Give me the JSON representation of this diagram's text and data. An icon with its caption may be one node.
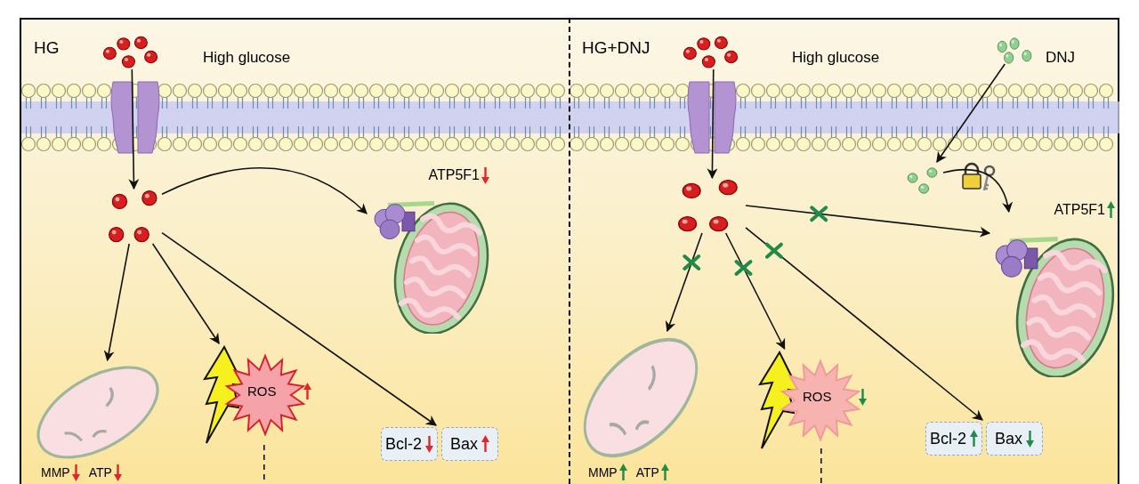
{
  "diagram": {
    "nodes": [
      {
        "text": [
          "HG"
        ]
      },
      {
        "text": [],
        "shape": "picture",
        "in": 0,
        "beside": [
          "High glucose"
        ]
      },
      {
        "text": [],
        "shape": "picture",
        "in": 0
      },
      {
        "text": [
          "ATP5F1"
        ],
        "in": 0
      },
      {
        "text": [
          "MMP",
          "ATP"
        ],
        "in": 0
      },
      {
        "text": [
          "ROS"
        ],
        "in": 0
      },
      {
        "text": [
          "Bcl-2"
        ],
        "in": 0
      },
      {
        "text": [
          "Bax"
        ],
        "in": 0
      },
      {
        "text": [
          "HG+DNJ"
        ]
      },
      {
        "text": [],
        "shape": "picture",
        "in": 8,
        "beside": [
          "High glucose"
        ]
      },
      {
        "text": [],
        "shape": "picture",
        "in": 8,
        "beside": [
          "DNJ"
        ]
      },
      {
        "text": [],
        "shape": "picture",
        "in": 8
      },
      {
        "text": [],
        "shape": "picture",
        "in": 8
      },
      {
        "text": [
          "ATP5F1"
        ],
        "in": 8
      },
      {
        "text": [
          "MMP",
          "ATP"
        ],
        "in": 8
      },
      {
        "text": [
          "ROS"
        ],
        "in": 8
      },
      {
        "text": [
          "Bcl-2"
        ],
        "in": 8
      },
      {
        "text": [
          "Bax"
        ],
        "in": 8
      }
    ],
    "edges": [
      {
        "from": 1,
        "to": 2,
        "arrow": "to"
      },
      {
        "from": 2,
        "to": 3,
        "arrow": "to"
      },
      {
        "from": 2,
        "to": 4,
        "arrow": "to"
      },
      {
        "from": 2,
        "to": 5,
        "arrow": "to"
      },
      {
        "from": 2,
        "to": 6,
        "arrow": "to"
      },
      {
        "from": 5,
        "to": null,
        "arrow": "none",
        "style": "dashed"
      },
      {
        "from": 9,
        "to": 11,
        "arrow": "to"
      },
      {
        "from": 10,
        "to": 12,
        "arrow": "to"
      },
      {
        "from": 12,
        "to": 13,
        "arrow": "to"
      },
      {
        "from": 11,
        "to": 13,
        "arrow": "to"
      },
      {
        "from": 11,
        "to": 14,
        "arrow": "to"
      },
      {
        "from": 11,
        "to": 15,
        "arrow": "to"
      },
      {
        "from": 11,
        "to": 16,
        "arrow": "to"
      },
      {
        "from": 15,
        "to": null,
        "arrow": "none",
        "style": "dashed"
      }
    ]
  }
}
